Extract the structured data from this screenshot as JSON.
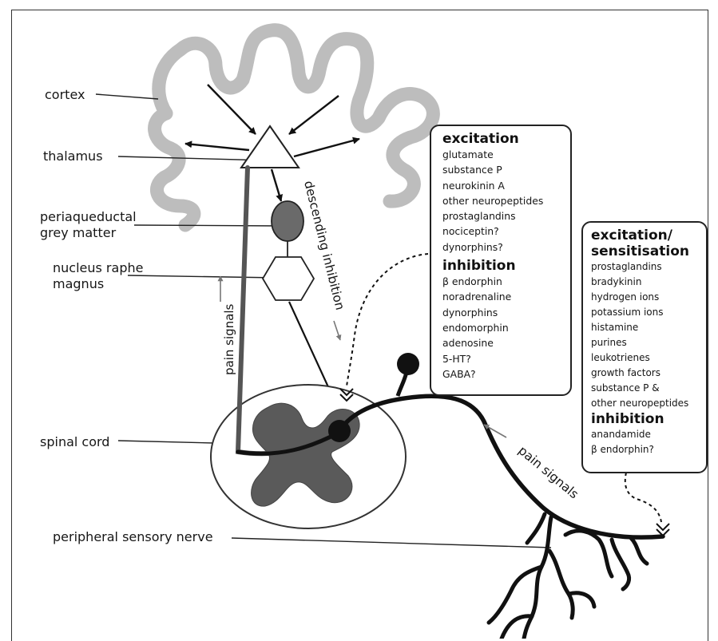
{
  "labels": {
    "cortex": "cortex",
    "thalamus": "thalamus",
    "pag_line1": "periaqueductal",
    "pag_line2": "grey matter",
    "nrm_line1": "nucleus raphe",
    "nrm_line2": "magnus",
    "spinal_cord": "spinal cord",
    "peripheral_nerve": "peripheral sensory nerve",
    "descending_inhibition": "descending inhibition",
    "pain_signals_ascending": "pain signals",
    "pain_signals_peripheral": "pain signals"
  },
  "central_box": {
    "excitation_heading": "excitation",
    "excitation_items": [
      "glutamate",
      "substance P",
      "neurokinin A",
      "other neuropeptides",
      "prostaglandins",
      "nociceptin?",
      "dynorphins?"
    ],
    "inhibition_heading": "inhibition",
    "inhibition_items": [
      "β endorphin",
      "noradrenaline",
      "dynorphins",
      "endomorphin",
      "adenosine",
      "5-HT?",
      "GABA?"
    ]
  },
  "peripheral_box": {
    "excitation_heading_line1": "excitation/",
    "excitation_heading_line2": "sensitisation",
    "excitation_items": [
      "prostaglandins",
      "bradykinin",
      "hydrogen ions",
      "potassium ions",
      "histamine",
      "purines",
      "leukotrienes",
      "growth factors",
      "substance P &",
      "other neuropeptides"
    ],
    "inhibition_heading": "inhibition",
    "inhibition_items": [
      "anandamide",
      "β endorphin?"
    ]
  },
  "colors": {
    "cortex_fill": "#bdbdbd",
    "grey_matter": "#5a5a5a",
    "pag_fill": "#6a6a6a",
    "nerve": "#111111"
  }
}
